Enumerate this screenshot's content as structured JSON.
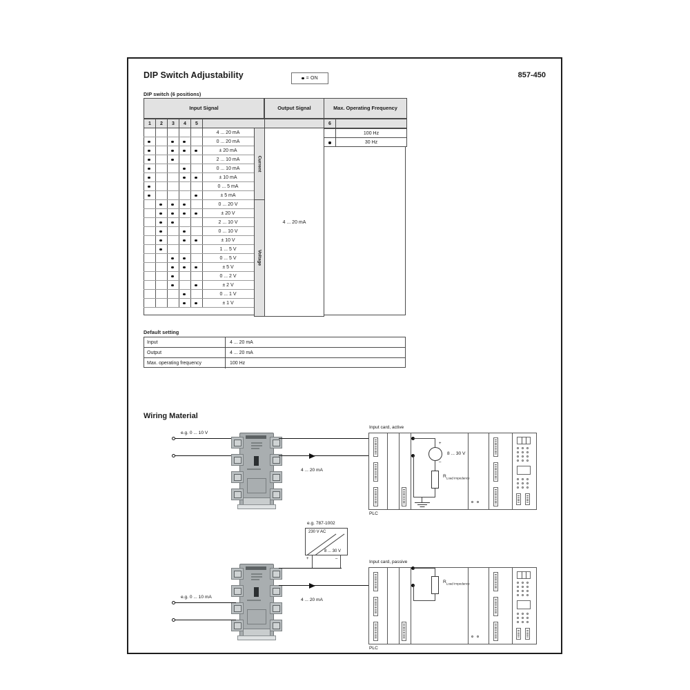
{
  "header": {
    "title": "DIP Switch Adjustability",
    "legend": "= ON",
    "legend_dot": "dot-icon",
    "part_number": "857-450"
  },
  "dip_table": {
    "caption": "DIP switch (6 positions)",
    "headers": {
      "input_signal": "Input Signal",
      "output_signal": "Output Signal",
      "max_freq": "Max. Operating Frequency"
    },
    "switch_numbers": [
      "1",
      "2",
      "3",
      "4",
      "5"
    ],
    "freq_switch_number": "6",
    "group_labels": {
      "current": "Current",
      "voltage": "Voltage"
    },
    "output_value": "4 ... 20 mA",
    "current_rows": [
      {
        "label": "4 ... 20 mA",
        "dots": []
      },
      {
        "label": "0 ... 20 mA",
        "dots": [
          1,
          3,
          4
        ]
      },
      {
        "label": "± 20 mA",
        "dots": [
          1,
          3,
          4,
          5
        ]
      },
      {
        "label": "2 ... 10 mA",
        "dots": [
          1,
          3
        ]
      },
      {
        "label": "0 ... 10 mA",
        "dots": [
          1,
          4
        ]
      },
      {
        "label": "± 10 mA",
        "dots": [
          1,
          4,
          5
        ]
      },
      {
        "label": "0 ... 5 mA",
        "dots": [
          1
        ]
      },
      {
        "label": "± 5 mA",
        "dots": [
          1,
          5
        ]
      }
    ],
    "voltage_rows": [
      {
        "label": "0 ... 20 V",
        "dots": [
          2,
          3,
          4
        ]
      },
      {
        "label": "± 20 V",
        "dots": [
          2,
          3,
          4,
          5
        ]
      },
      {
        "label": "2 ... 10 V",
        "dots": [
          2,
          3
        ]
      },
      {
        "label": "0 ... 10 V",
        "dots": [
          2,
          4
        ]
      },
      {
        "label": "± 10 V",
        "dots": [
          2,
          4,
          5
        ]
      },
      {
        "label": "1 ... 5 V",
        "dots": [
          2
        ]
      },
      {
        "label": "0 ... 5 V",
        "dots": [
          3,
          4
        ]
      },
      {
        "label": "± 5 V",
        "dots": [
          3,
          4,
          5
        ]
      },
      {
        "label": "0 ... 2 V",
        "dots": [
          3
        ]
      },
      {
        "label": "± 2 V",
        "dots": [
          3,
          5
        ]
      },
      {
        "label": "0 ... 1 V",
        "dots": [
          4
        ]
      },
      {
        "label": "± 1 V",
        "dots": [
          4,
          5
        ]
      }
    ],
    "freq_rows": [
      {
        "label": "100 Hz",
        "on": false
      },
      {
        "label": "30 Hz",
        "on": true
      }
    ]
  },
  "default_setting": {
    "caption": "Default setting",
    "rows": [
      {
        "key": "Input",
        "value": "4 ... 20 mA"
      },
      {
        "key": "Output",
        "value": "4 ... 20 mA"
      },
      {
        "key": "Max. operating frequency",
        "value": "100 Hz"
      }
    ]
  },
  "wiring": {
    "title": "Wiring Material",
    "diagram1": {
      "input_label": "e.g. 0 ... 10 V",
      "output_label": "4 ... 20 mA",
      "card_label": "Input card, active",
      "plc_label": "PLC",
      "supply_label": "8 ... 30 V",
      "plus": "+",
      "minus": "–",
      "resistor_label_main": "R",
      "resistor_label_sub": "Load impedance"
    },
    "diagram2": {
      "input_label": "e.g. 0 ... 10 mA",
      "output_label": "4 ... 20 mA",
      "card_label": "Input card, passive",
      "plc_label": "PLC",
      "psu_part": "e.g. 787-1002",
      "psu_in": "230 V AC",
      "psu_out": "8 ... 30 V",
      "plus": "+",
      "minus": "–",
      "resistor_label_main": "R",
      "resistor_label_sub": "Load impedance"
    }
  }
}
